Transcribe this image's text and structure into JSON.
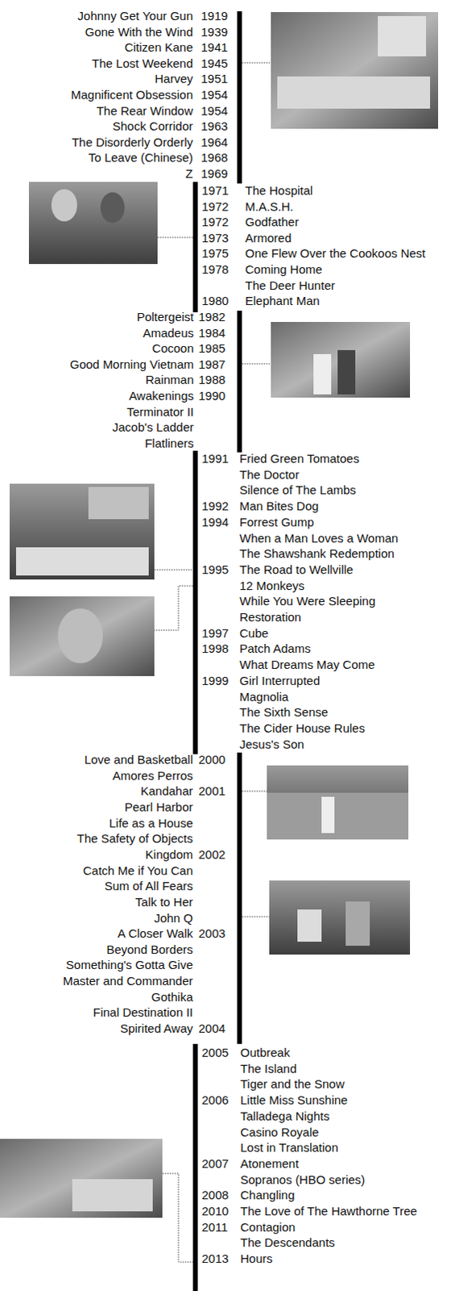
{
  "diagram": {
    "labels": [
      "Johnny Get Your Gun",
      "1919",
      "Gone With the Wind",
      "1939",
      "Citizen Kane",
      "1941",
      "The Lost Weekend",
      "1945",
      "Harvey",
      "1951",
      "Magnificent Obsession",
      "1954",
      "The Rear Window",
      "1954",
      "Shock Corridor",
      "1963",
      "The Disorderly Orderly",
      "1964",
      "To Leave (Chinese)",
      "1968",
      "Z",
      "1969",
      "1971",
      "The Hospital",
      "1972",
      "M.A.S.H.",
      "1972",
      "Godfather",
      "1973",
      "Armored",
      "1975",
      "One Flew Over the Cookoos Nest",
      "1978",
      "Coming Home",
      "The Deer Hunter",
      "1980",
      "Elephant Man",
      "Poltergeist",
      "1982",
      "Amadeus",
      "1984",
      "Cocoon",
      "1985",
      "Good Morning Vietnam",
      "1987",
      "Rainman",
      "1988",
      "Awakenings",
      "1990",
      "Terminator II",
      "Jacob's Ladder",
      "Flatliners",
      "1991",
      "Fried Green Tomatoes",
      "The Doctor",
      "Silence of The Lambs",
      "1992",
      "Man Bites Dog",
      "1994",
      "Forrest Gump",
      "When a Man Loves a Woman",
      "The Shawshank Redemption",
      "1995",
      "The Road to Wellville",
      "12 Monkeys",
      "While You Were Sleeping",
      "Restoration",
      "1997",
      "Cube",
      "1998",
      "Patch Adams",
      "What Dreams May Come",
      "1999",
      "Girl Interrupted",
      "Magnolia",
      "The Sixth Sense",
      "The Cider House Rules",
      "Jesus's Son",
      "Love and Basketball",
      "2000",
      "Amores Perros",
      "Kandahar",
      "2001",
      "Pearl Harbor",
      "Life as a House",
      "The Safety of Objects",
      "Kingdom",
      "2002",
      "Catch Me if You Can",
      "Sum of All Fears",
      "Talk to Her",
      "John Q",
      "A Closer Walk",
      "2003",
      "Beyond Borders",
      "Something's Gotta Give",
      "Master and Commander",
      "Gothika",
      "Final Destination II",
      "Spirited Away",
      "2004",
      "2005",
      "Outbreak",
      "The Island",
      "Tiger and the Snow",
      "2006",
      "Little Miss Sunshine",
      "Talladega Nights",
      "Casino Royale",
      "Lost in Translation",
      "2007",
      "Atonement",
      "Sopranos (HBO series)",
      "2008",
      "Changling",
      "2010",
      "The Love of The Hawthorne Tree",
      "2011",
      "Contagion",
      "The Descendants",
      "2013",
      "Hours"
    ]
  }
}
